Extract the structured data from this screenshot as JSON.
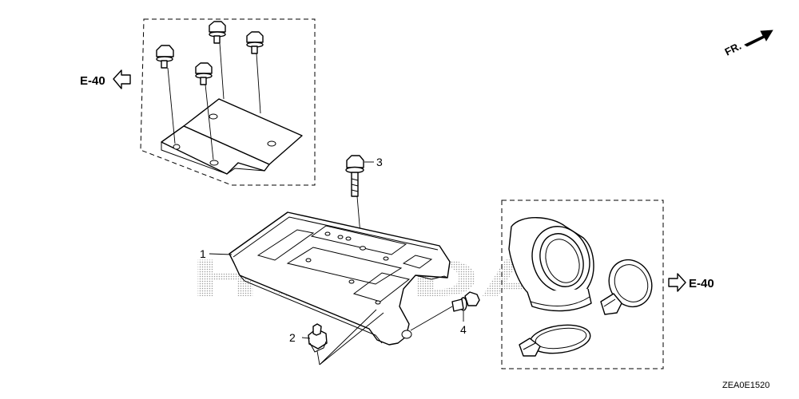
{
  "callouts": {
    "c1": "1",
    "c2": "2",
    "c3": "3",
    "c4": "4"
  },
  "refs": {
    "left": "E-40",
    "right": "E-40"
  },
  "direction": {
    "label": "FR."
  },
  "drawing_code": "ZEA0E1520",
  "watermark": "HONDA"
}
